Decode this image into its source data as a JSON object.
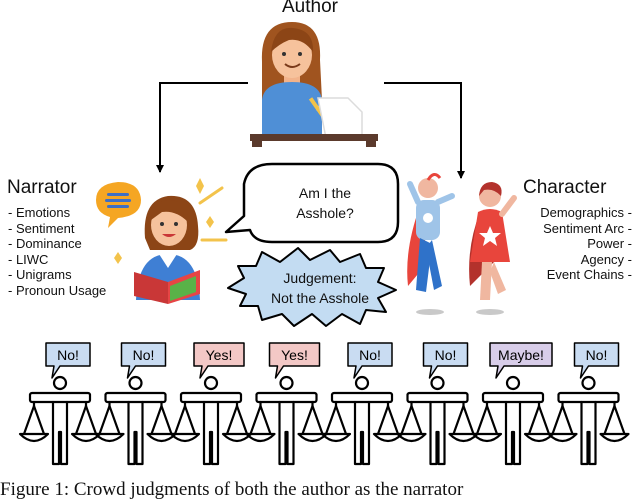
{
  "labels": {
    "author": "Author",
    "narrator": "Narrator",
    "character": "Character"
  },
  "narrator_features": [
    "- Emotions",
    "- Sentiment",
    "- Dominance",
    "- LIWC",
    "- Unigrams",
    "- Pronoun Usage"
  ],
  "character_features": [
    "Demographics -",
    "Sentiment Arc -",
    "Power -",
    "Agency -",
    "Event Chains -"
  ],
  "question_bubble": {
    "line1": "Am I the",
    "line2": "Asshole?"
  },
  "judgement_bubble": {
    "line1": "Judgement:",
    "line2": "Not the Asshole"
  },
  "votes": [
    {
      "label": "No!",
      "color": "#c9dcf2"
    },
    {
      "label": "No!",
      "color": "#c9dcf2"
    },
    {
      "label": "Yes!",
      "color": "#f3c8c6"
    },
    {
      "label": "Yes!",
      "color": "#f3c8c6"
    },
    {
      "label": "No!",
      "color": "#c9dcf2"
    },
    {
      "label": "No!",
      "color": "#c9dcf2"
    },
    {
      "label": "Maybe!",
      "color": "#d8cde9"
    },
    {
      "label": "No!",
      "color": "#c9dcf2"
    }
  ],
  "caption": "Figure 1: Crowd judgments of both the author as the narrator"
}
